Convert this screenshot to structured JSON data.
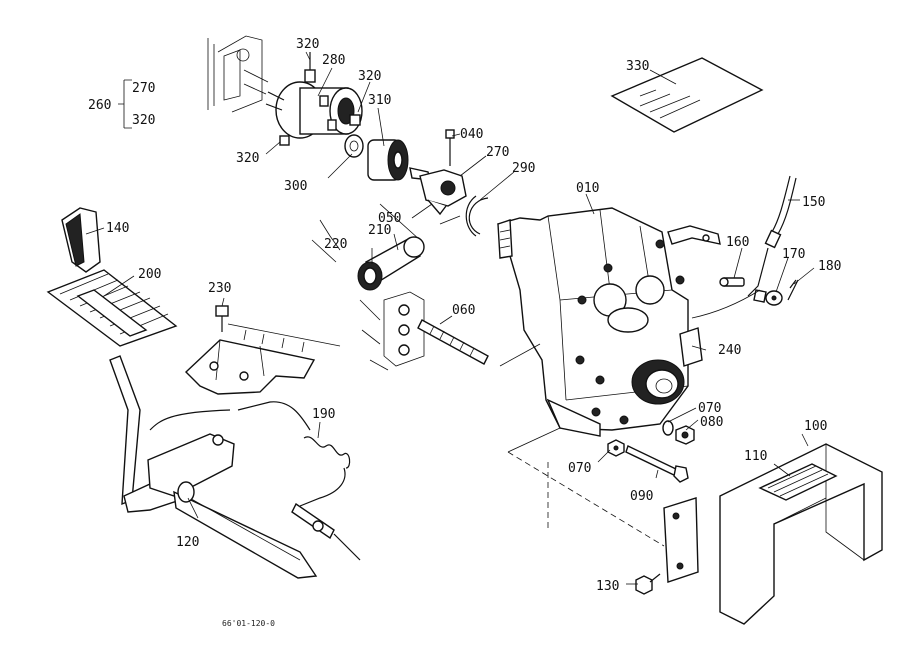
{
  "labels": {
    "p010": "010",
    "p040": "040",
    "p050": "050",
    "p060": "060",
    "p070a": "070",
    "p070b": "070",
    "p080": "080",
    "p090": "090",
    "p100": "100",
    "p110": "110",
    "p120": "120",
    "p130": "130",
    "p140": "140",
    "p150": "150",
    "p160": "160",
    "p170": "170",
    "p180": "180",
    "p190": "190",
    "p200": "200",
    "p210": "210",
    "p220": "220",
    "p230": "230",
    "p240": "240",
    "p260": "260",
    "p270a": "270",
    "p270b": "270",
    "p280": "280",
    "p290": "290",
    "p300": "300",
    "p310": "310",
    "p320a": "320",
    "p320b": "320",
    "p320c": "320",
    "p320d": "320",
    "p330": "330"
  },
  "figure_code": "66'01-120-0"
}
